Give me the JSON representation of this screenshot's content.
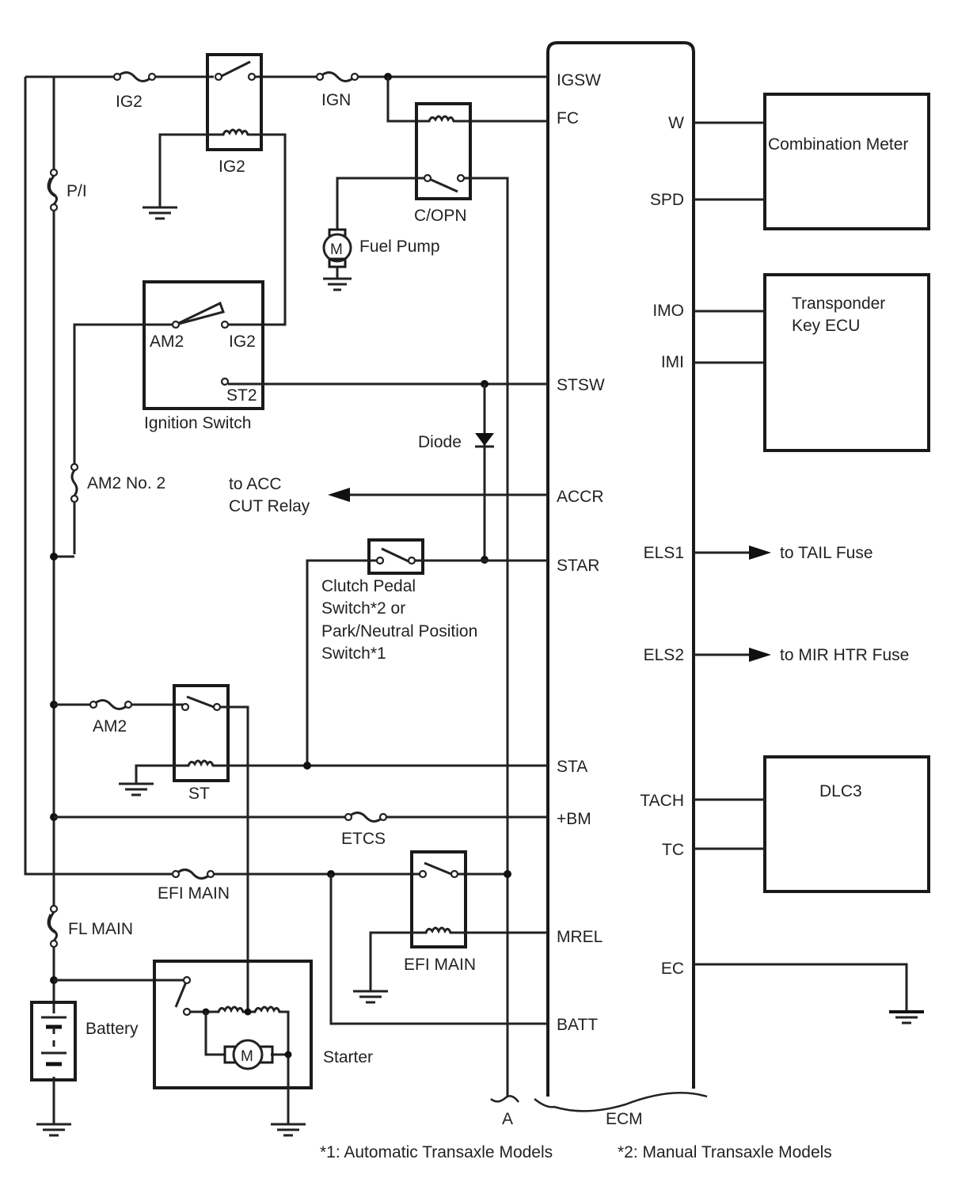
{
  "diagram": {
    "title_component": "ECM",
    "connector_label": "A",
    "fuses": {
      "ig2": "IG2",
      "ign": "IGN",
      "pi": "P/I",
      "am2_no2": "AM2 No. 2",
      "am2": "AM2",
      "etcs": "ETCS",
      "efi_main": "EFI MAIN",
      "fl_main": "FL MAIN"
    },
    "relays": {
      "ig2": "IG2",
      "copn": "C/OPN",
      "st": "ST",
      "efi_main": "EFI MAIN"
    },
    "components": {
      "fuel_pump": "Fuel Pump",
      "ignition_switch": "Ignition Switch",
      "ign_sw_am2": "AM2",
      "ign_sw_ig2": "IG2",
      "ign_sw_st2": "ST2",
      "diode": "Diode",
      "to_acc_line1": "to ACC",
      "to_acc_line2": "CUT Relay",
      "clutch_line1": "Clutch Pedal",
      "clutch_line2": "Switch*2 or",
      "clutch_line3": "Park/Neutral Position",
      "clutch_line4": "Switch*1",
      "battery": "Battery",
      "starter": "Starter",
      "motor_symbol": "M",
      "combination_meter": "Combination Meter",
      "transponder_line1": "Transponder",
      "transponder_line2": "Key ECU",
      "dlc3": "DLC3",
      "to_tail": "to TAIL Fuse",
      "to_mir": "to MIR HTR Fuse"
    },
    "ecm_left_pins": [
      "IGSW",
      "FC",
      "STSW",
      "ACCR",
      "STAR",
      "STA",
      "+BM",
      "MREL",
      "BATT"
    ],
    "ecm_right_pins": [
      "W",
      "SPD",
      "IMO",
      "IMI",
      "ELS1",
      "ELS2",
      "TACH",
      "TC",
      "EC"
    ],
    "footnotes": {
      "note1": "*1: Automatic Transaxle Models",
      "note2": "*2: Manual Transaxle Models"
    }
  }
}
